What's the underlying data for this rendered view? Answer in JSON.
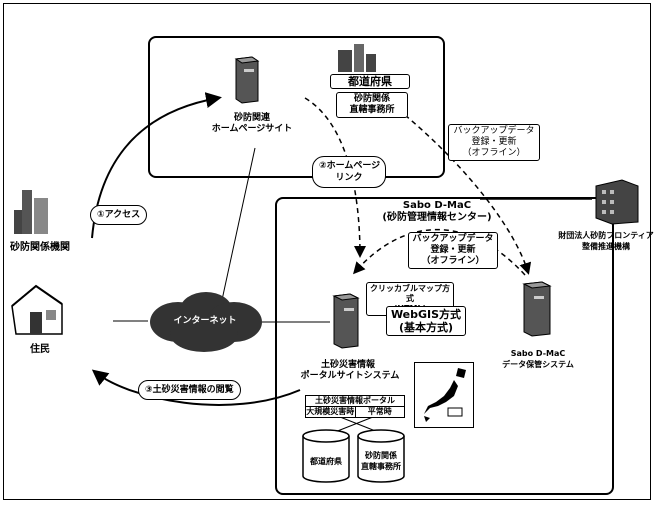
{
  "labels": {
    "sabo_site": [
      "砂防関連",
      "ホームページサイト"
    ],
    "prefecture": "都道府県",
    "sabo_office": [
      "砂防関係",
      "直轄事務所"
    ],
    "backup_top": [
      "バックアップデータ",
      "登録・更新",
      "（オフライン）"
    ],
    "homepage_link": [
      "②ホームページ",
      "リンク"
    ],
    "access": "①アクセス",
    "sabo_agency": "砂防関係機関",
    "resident": "住民",
    "internet": "インターネット",
    "dmac_title": [
      "Sabo D-MaC",
      "(砂防管理情報センター)"
    ],
    "backup_mid": [
      "バックアップデータ",
      "登録・更新",
      "（オフライン）"
    ],
    "foundation": [
      "財団法人砂防フロンティア",
      "整備推進機構"
    ],
    "clickable_map": [
      "クリッカブルマップ方式",
      "(HTML)"
    ],
    "webgis": [
      "WebGIS方式",
      "(基本方式)"
    ],
    "portal_system": [
      "土砂災害情報",
      "ポータルサイトシステム"
    ],
    "dmac_storage": [
      "Sabo D-MaC",
      "データ保管システム"
    ],
    "browse": "③土砂災害情報の閲覧",
    "portal_table_title": "土砂災害情報ポータル",
    "portal_disaster": "大規模災害時",
    "portal_normal": "平常時",
    "db_pref": "都道府県",
    "db_office": [
      "砂防関係",
      "直轄事務所"
    ]
  }
}
